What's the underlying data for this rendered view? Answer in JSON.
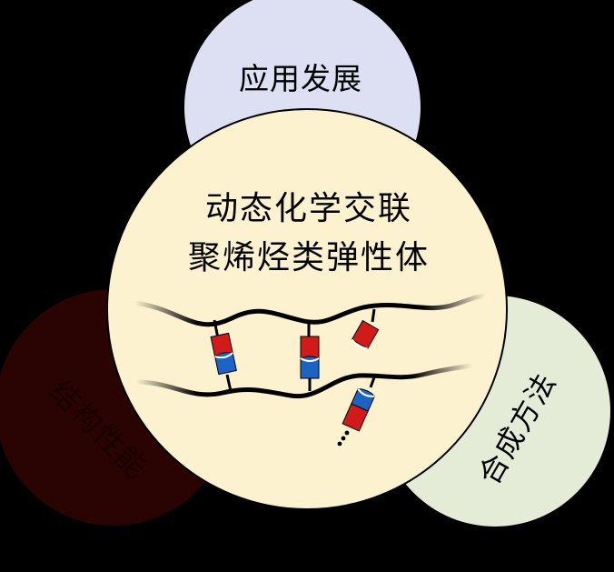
{
  "center": {
    "line1": "动态化学交联",
    "line2": "聚烯烃类弹性体"
  },
  "top": {
    "label": "应用发展"
  },
  "left": {
    "label": "结构性能"
  },
  "right": {
    "label": "合成方法"
  },
  "colors": {
    "background": "#000000",
    "top_circle": "#dce0f2",
    "left_circle": "#2a0303",
    "right_circle": "#e4ecd8",
    "center_circle": "#fdf2d0",
    "crosslink_red": "#d11a1a",
    "crosslink_blue": "#1c63c4"
  }
}
